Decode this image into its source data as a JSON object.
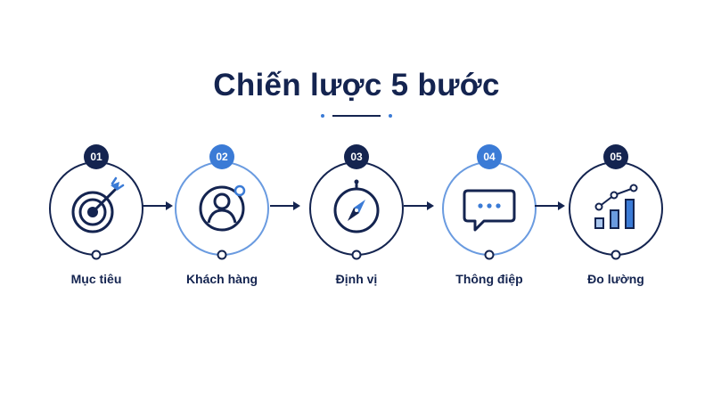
{
  "title": "Chiến lược 5 bước",
  "colors": {
    "navy": "#142450",
    "blue": "#3b7bd6",
    "light_blue": "#a9c6ee"
  },
  "steps": [
    {
      "number": "01",
      "label": "Mục tiêu",
      "icon": "target-arrow-icon",
      "accent": "navy"
    },
    {
      "number": "02",
      "label": "Khách hàng",
      "icon": "user-profile-icon",
      "accent": "blue"
    },
    {
      "number": "03",
      "label": "Định vị",
      "icon": "compass-icon",
      "accent": "navy"
    },
    {
      "number": "04",
      "label": "Thông điệp",
      "icon": "chat-bubble-icon",
      "accent": "blue"
    },
    {
      "number": "05",
      "label": "Đo lường",
      "icon": "growth-chart-icon",
      "accent": "navy"
    }
  ]
}
